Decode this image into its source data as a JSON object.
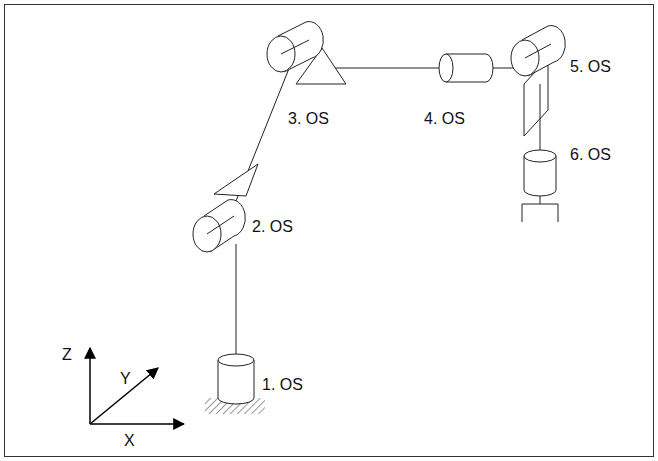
{
  "diagram": {
    "labels": [
      "1. OS",
      "2. OS",
      "3. OS",
      "4. OS",
      "5. OS",
      "6. OS",
      "Z",
      "Y",
      "X"
    ]
  }
}
